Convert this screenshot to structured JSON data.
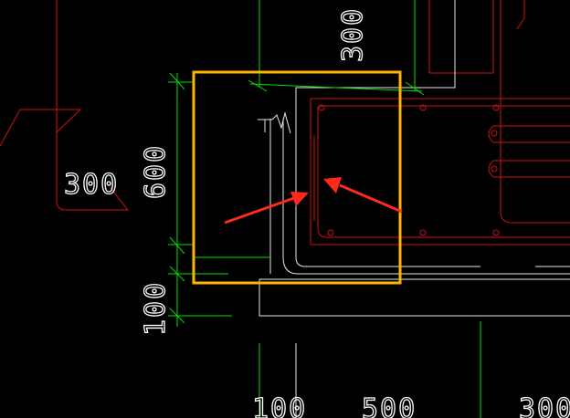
{
  "dimensions": {
    "top_300": "300",
    "left_300": "300",
    "vertical_600": "600",
    "vertical_100": "100",
    "bottom_100": "100",
    "bottom_500": "500",
    "bottom_300": "300"
  },
  "colors": {
    "background": "#000000",
    "dimension_line": "#00ff00",
    "rebar_outline": "#ff0000",
    "highlight_box": "#ffb400",
    "arrow": "#ff2a1a",
    "text_and_concrete": "#ffffff"
  }
}
